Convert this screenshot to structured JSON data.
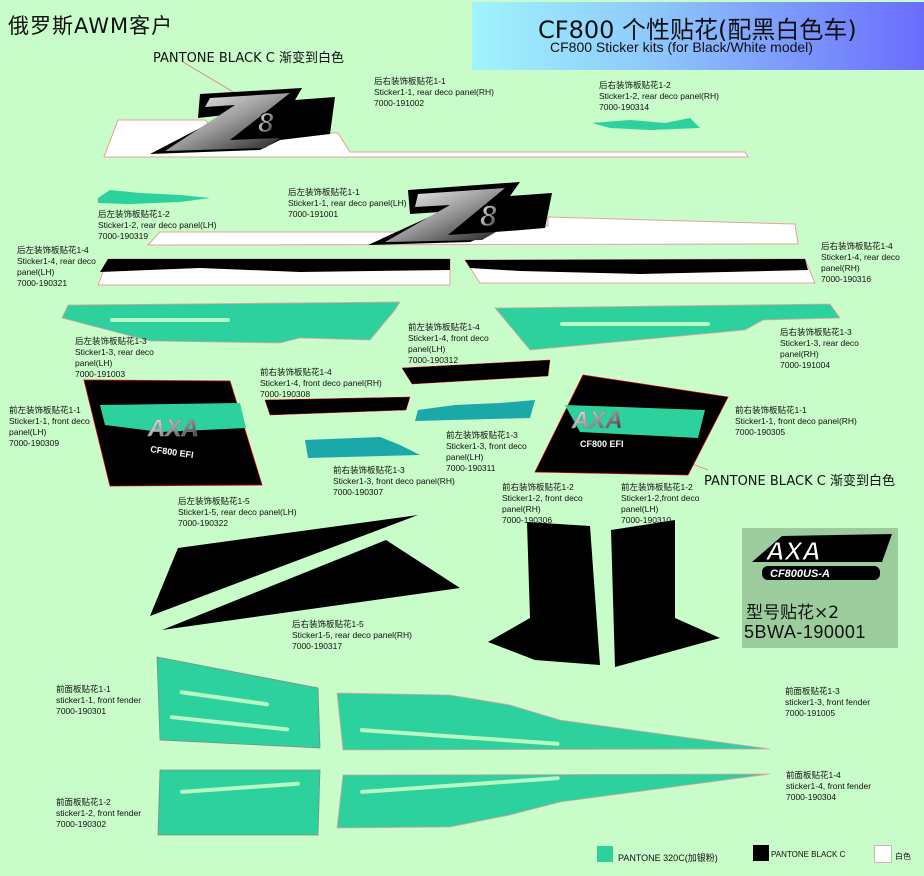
{
  "header": {
    "client": "俄罗斯AWM客户",
    "title_cn": "CF800  个性贴花(配黑白色车)",
    "title_en": "CF800 Sticker kits (for Black/White model)",
    "banner_gradient": [
      "#a0f4fc",
      "#6a6cfc"
    ]
  },
  "callouts": [
    {
      "text": "PANTONE BLACK C 渐变到白色"
    },
    {
      "text": "PANTONE BLACK C 渐变到白色"
    }
  ],
  "stickers": [
    {
      "cn": "后右装饰板贴花1-1",
      "en": "Sticker1-1, rear deco panel(RH)",
      "part": "7000-191002"
    },
    {
      "cn": "后右装饰板贴花1-2",
      "en": "Sticker1-2, rear deco panel(RH)",
      "part": "7000-190314"
    },
    {
      "cn": "后左装饰板贴花1-1",
      "en": "Sticker1-1, rear deco panel(LH)",
      "part": "7000-191001"
    },
    {
      "cn": "后左装饰板贴花1-2",
      "en": "Sticker1-2, rear deco panel(LH)",
      "part": "7000-190319"
    },
    {
      "cn": "后左装饰板贴花1-4",
      "en": "Sticker1-4, rear deco",
      "en2": "panel(LH)",
      "part": "7000-190321"
    },
    {
      "cn": "后右装饰板贴花1-4",
      "en": "Sticker1-4, rear deco",
      "en2": "panel(RH)",
      "part": "7000-190316"
    },
    {
      "cn": "后左装饰板贴花1-3",
      "en": "Sticker1-3, rear deco",
      "en2": "panel(LH)",
      "part": "7000-191003"
    },
    {
      "cn": "前左装饰板贴花1-4",
      "en": "Sticker1-4, front deco",
      "en2": "panel(LH)",
      "part": "7000-190312"
    },
    {
      "cn": "后右装饰板贴花1-3",
      "en": "Sticker1-3, rear deco",
      "en2": "panel(RH)",
      "part": "7000-191004"
    },
    {
      "cn": "前右装饰板贴花1-4",
      "en": "Sticker1-4, front  deco panel(RH)",
      "part": "7000-190308"
    },
    {
      "cn": "前左装饰板贴花1-1",
      "en": "Sticker1-1, front deco",
      "en2": "panel(LH)",
      "part": "7000-190309"
    },
    {
      "cn": "前右装饰板贴花1-1",
      "en": "Sticker1-1, front deco panel(RH)",
      "part": "7000-190305"
    },
    {
      "cn": "前左装饰板贴花1-3",
      "en": "Sticker1-3, front deco",
      "en2": "panel(LH)",
      "part": "7000-190311"
    },
    {
      "cn": "前右装饰板贴花1-3",
      "en": "Sticker1-3, front deco panel(RH)",
      "part": "7000-190307"
    },
    {
      "cn": "后左装饰板贴花1-5",
      "en": "Sticker1-5, rear deco panel(LH)",
      "part": "7000-190322"
    },
    {
      "cn": "前右装饰板贴花1-2",
      "en": "Sticker1-2, front deco",
      "en2": "panel(RH)",
      "part": "7000-190306"
    },
    {
      "cn": "前左装饰板贴花1-2",
      "en": "Sticker1-2,front deco",
      "en2": "panel(LH)",
      "part": "7000-190310"
    },
    {
      "cn": "后右装饰板贴花1-5",
      "en": "Sticker1-5, rear deco panel(RH)",
      "part": "7000-190317"
    },
    {
      "cn": "前面板贴花1-1",
      "en": "sticker1-1, front fender",
      "part": "7000-190301"
    },
    {
      "cn": "前面板贴花1-2",
      "en": "sticker1-2, front fender",
      "part": "7000-190302"
    },
    {
      "cn": "前面板贴花1-3",
      "en": "sticker1-3, front fender",
      "part": "7000-191005"
    },
    {
      "cn": "前面板贴花1-4",
      "en": "sticker1-4, front fender",
      "part": "7000-190304"
    }
  ],
  "logos": {
    "z8": "Z8",
    "axa": "AXA",
    "axa_sub": "CF800 EFI",
    "model_axa": "AXA",
    "model_sub": "CF800US-A"
  },
  "model_decal": {
    "label": "型号贴花×2",
    "part": "5BWA-190001"
  },
  "legend": [
    {
      "label": "PANTONE 320C(加银粉)",
      "color": "#2dd19e"
    },
    {
      "label": "PANTONE BLACK   C",
      "color": "#000000"
    },
    {
      "label": "白色",
      "color": "#ffffff"
    }
  ],
  "colors": {
    "background": "#c8fcc8",
    "teal": "#2dd19e",
    "dark_teal": "#1aa8a8",
    "black": "#000000",
    "white": "#ffffff",
    "outline_pink": "#e89a9a",
    "outline_yellow": "#f0fc9c"
  }
}
